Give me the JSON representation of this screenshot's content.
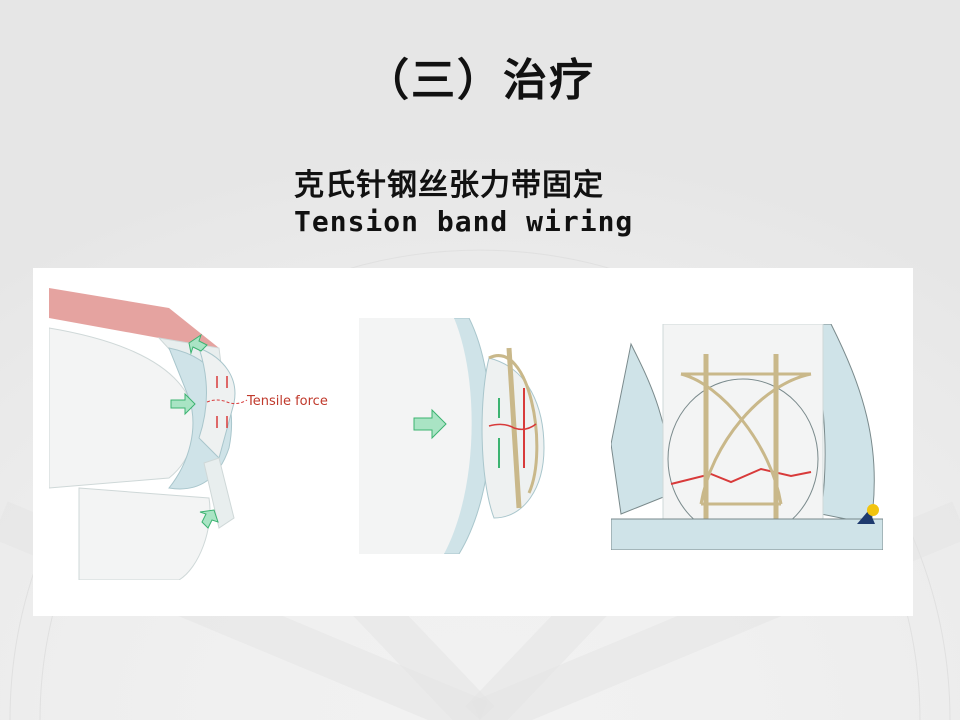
{
  "slide": {
    "title": "（三）治疗",
    "subtitle_cn": "克氏针钢丝张力带固定",
    "subtitle_en": "Tension band wiring"
  },
  "figures": {
    "knee_diagram_label": "Tensile force"
  },
  "colors": {
    "background": "#f1f1f1",
    "panel": "#ffffff",
    "cartilage": "#cfe3e8",
    "bone": "#f3f4f4",
    "arrow_green": "#3cb371",
    "arrow_red": "#d83a3a",
    "wire": "#c9b88a",
    "muscle": "#e5a3a0"
  }
}
